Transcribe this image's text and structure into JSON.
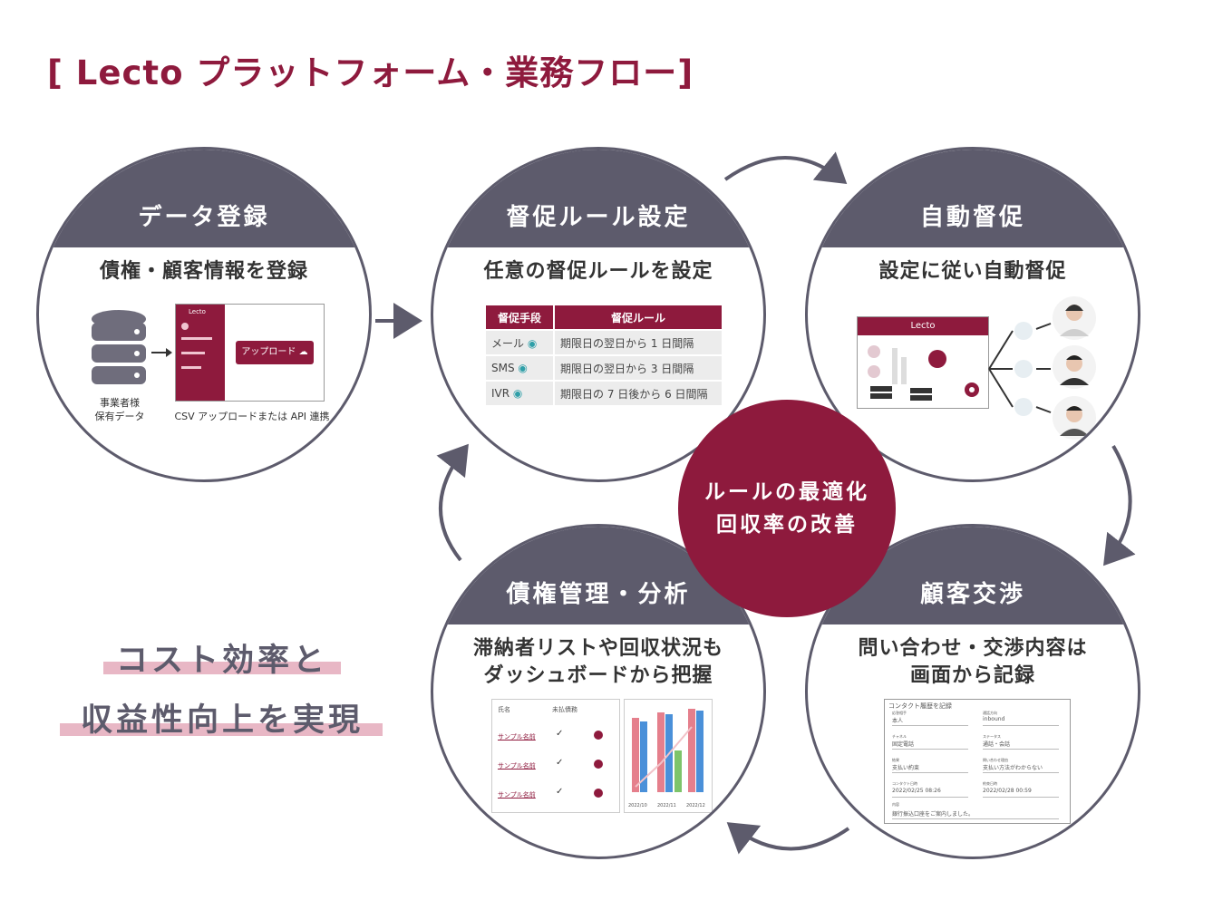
{
  "title": "[ Lecto プラットフォーム・業務フロー]",
  "center": {
    "line1": "ルールの最適化",
    "line2": "回収率の改善"
  },
  "cost": {
    "line1": "コスト効率と",
    "line2": "収益性向上を実現"
  },
  "steps": {
    "data": {
      "title": "データ登録",
      "subtitle": "債権・顧客情報を登録",
      "db_label": [
        "事業者様",
        "保有データ"
      ],
      "upload_caption": "CSV アップロードまたは API 連携",
      "upload_button": "アップロード",
      "logo": "Lecto"
    },
    "rules": {
      "title": "督促ルール設定",
      "subtitle": "任意の督促ルールを設定",
      "headers": [
        "督促手段",
        "督促ルール"
      ],
      "rows": [
        {
          "method": "メール",
          "rule": "期限日の翌日から 1 日間隔"
        },
        {
          "method": "SMS",
          "rule": "期限日の翌日から 3 日間隔"
        },
        {
          "method": "IVR",
          "rule": "期限日の 7 日後から 6 日間隔"
        }
      ]
    },
    "auto": {
      "title": "自動督促",
      "subtitle": "設定に従い自動督促",
      "logo": "Lecto"
    },
    "analysis": {
      "title": "債権管理・分析",
      "subtitle": [
        "滞納者リストや回収状況も",
        "ダッシュボードから把握"
      ],
      "list_headers": [
        "氏名",
        "未払債務"
      ],
      "list_rows": [
        "サンプル名前",
        "サンプル名前",
        "サンプル名前"
      ],
      "chart_dates": [
        "2022/10",
        "2022/11",
        "2022/12"
      ]
    },
    "negotiation": {
      "title": "顧客交渉",
      "subtitle": [
        "問い合わせ・交渉内容は",
        "画面から記録"
      ],
      "form_title": "コンタクト履歴を記録",
      "fields": [
        {
          "label": "応答相手",
          "value": "本人"
        },
        {
          "label": "通話方向",
          "value": "inbound"
        },
        {
          "label": "チャネル",
          "value": "固定電話"
        },
        {
          "label": "ステータス",
          "value": "通話・会話"
        },
        {
          "label": "結果",
          "value": "支払い約束"
        },
        {
          "label": "問い合わせ理由",
          "value": "支払い方法がわからない"
        },
        {
          "label": "コンタクト日時",
          "value": "2022/02/25 08:26"
        },
        {
          "label": "約束日時",
          "value": "2022/02/28 00:59"
        },
        {
          "label": "内容",
          "value": "銀行振込口座をご案内しました。"
        }
      ]
    }
  },
  "colors": {
    "brand": "#8e1a3d",
    "slate": "#5d5b6c",
    "highlight": "#e8b7c5"
  }
}
